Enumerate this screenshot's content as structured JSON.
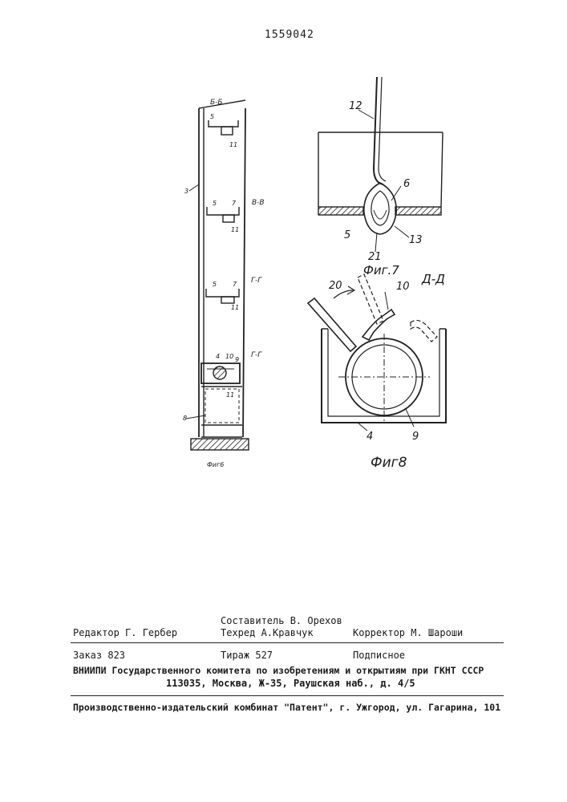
{
  "header": {
    "page_number": "1559042"
  },
  "figures": {
    "fig6": {
      "caption": "Фиг6",
      "section_labels": [
        "Б-Б",
        "В-В",
        "Г-Г",
        "Г-Г"
      ],
      "part_labels": {
        "l3": "3",
        "l5a": "5",
        "l11a": "11",
        "l5b": "5",
        "l7b": "7",
        "l11b": "11",
        "l5c": "5",
        "l7c": "7",
        "l11c": "11",
        "l4": "4",
        "l10": "10",
        "l9": "9",
        "l11d": "11",
        "l8": "8"
      }
    },
    "fig7": {
      "caption": "Фиг.7",
      "part_labels": {
        "l12": "12",
        "l6": "6",
        "l5": "5",
        "l21": "21",
        "l13": "13"
      }
    },
    "fig8": {
      "caption": "Фиг8",
      "section_label": "Д-Д",
      "part_labels": {
        "l20": "20",
        "l10": "10",
        "l4": "4",
        "l9": "9"
      }
    }
  },
  "imprint": {
    "compiler": "Составитель В. Орехов",
    "editor": "Редактор Г. Гербер",
    "techred": "Техред А.Кравчук",
    "proofreader": "Корректор М. Шароши",
    "order": "Заказ 823",
    "print_run": "Тираж 527",
    "subscription": "Подписное",
    "org_line1": "ВНИИПИ Государственного комитета по изобретениям и открытиям при ГКНТ СССР",
    "org_line2": "113035, Москва, Ж-35, Раушская наб., д. 4/5",
    "printer": "Производственно-издательский комбинат \"Патент\", г. Ужгород, ул. Гагарина, 101"
  }
}
